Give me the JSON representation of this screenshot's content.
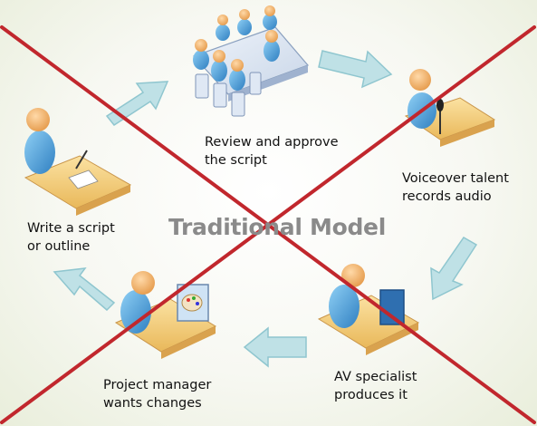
{
  "title": "Traditional Model",
  "steps": [
    {
      "line1": "Review and approve",
      "line2": "the script"
    },
    {
      "line1": "Voiceover talent",
      "line2": "records audio"
    },
    {
      "line1": "AV specialist",
      "line2": "produces it"
    },
    {
      "line1": "Project manager",
      "line2": "wants changes"
    },
    {
      "line1": "Write a script",
      "line2": "or outline"
    }
  ],
  "icons": [
    "meeting-table-people-icon",
    "microphone-talent-icon",
    "computer-workstation-icon",
    "artist-palette-workstation-icon",
    "writing-desk-icon"
  ],
  "colors": {
    "arrow_fill": "#bfe1e6",
    "arrow_stroke": "#8fc6cf",
    "cross": "#c1272d",
    "person": "#4aa3df",
    "desk": "#f0c873"
  }
}
